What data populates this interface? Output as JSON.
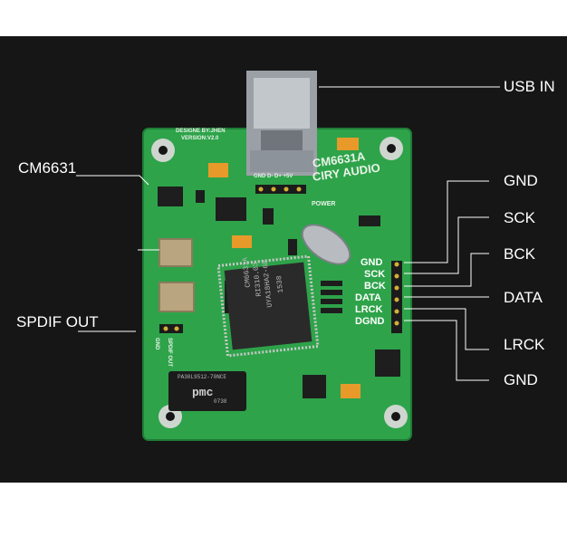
{
  "callouts": {
    "usb_in": "USB IN",
    "cm6631": "CM6631",
    "spdif_out": "SPDIF OUT",
    "gnd_top": "GND",
    "sck": "SCK",
    "bck": "BCK",
    "data": "DATA",
    "lrck": "LRCK",
    "gnd_bottom": "GND"
  },
  "board": {
    "title": "CM6631A",
    "brand": "CIRY AUDIO",
    "designer": "DESIGNE BY:JHEN",
    "version": "VERSION:V2.0",
    "usb_pins": "GND D- D+ +5V",
    "power": "POWER",
    "spdif_header": "SPDIF OUT",
    "gnd_header": "GND",
    "pin_labels": [
      "GND",
      "SCK",
      "BCK",
      "DATA",
      "LRCK",
      "DGND"
    ]
  },
  "main_chip": {
    "line1": "CM6631A",
    "line2": "RI310.03",
    "line3": "UYA18HA2-6B",
    "line4": "1538"
  },
  "transformer": {
    "brand": "pmc",
    "part": "PA30L9512-70NCE",
    "code": "0738"
  },
  "colors": {
    "pcb": "#2ea34a",
    "background": "#161616",
    "label_text": "#ffffff",
    "leader_line": "#ffffff"
  }
}
